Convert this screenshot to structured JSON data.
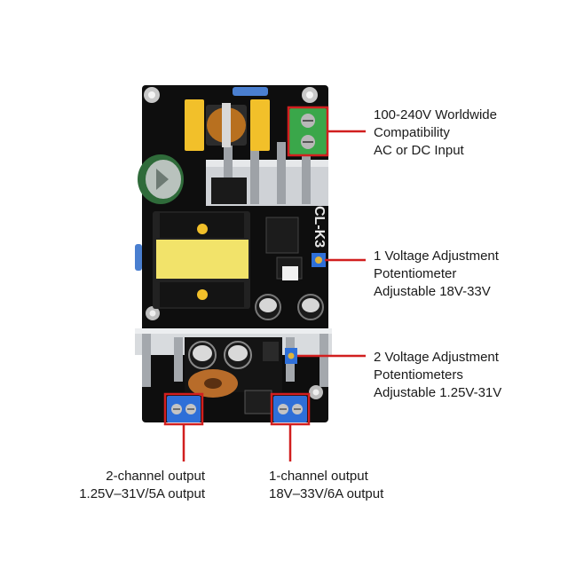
{
  "board": {
    "silkscreen": "CL-K3",
    "accent_color": "#d11f1f",
    "terminal_color": "#2e6fd8",
    "pcb_color": "#101010"
  },
  "labels": {
    "input": [
      "100-240V Worldwide",
      "Compatibility",
      "AC or DC Input"
    ],
    "pot1": [
      "1 Voltage Adjustment",
      "Potentiometer",
      "Adjustable 18V-33V"
    ],
    "pot2": [
      "2 Voltage Adjustment",
      "Potentiometers",
      "Adjustable 1.25V-31V"
    ],
    "out2": [
      "2-channel output",
      "1.25V–31V/5A output"
    ],
    "out1": [
      "1-channel output",
      "18V–33V/6A output"
    ]
  }
}
